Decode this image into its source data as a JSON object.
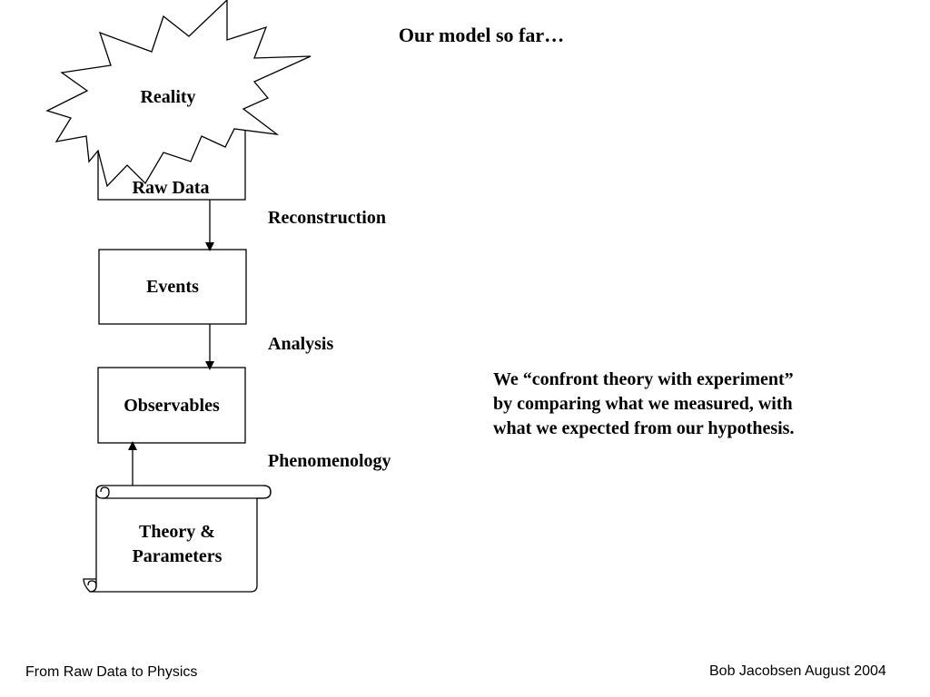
{
  "slide": {
    "title": "Our model so far…"
  },
  "diagram": {
    "reality": "Reality",
    "raw_data": "Raw Data",
    "events": "Events",
    "observables": "Observables",
    "theory_line1": "Theory &",
    "theory_line2": "Parameters",
    "step_reconstruction": "Reconstruction",
    "step_analysis": "Analysis",
    "step_phenomenology": "Phenomenology"
  },
  "note": {
    "lines": [
      "We “confront theory with experiment”",
      "by comparing what we measured, with",
      "what we expected from our hypothesis."
    ]
  },
  "footer": {
    "left": "From Raw Data to Physics",
    "right": "Bob Jacobsen August 2004"
  }
}
